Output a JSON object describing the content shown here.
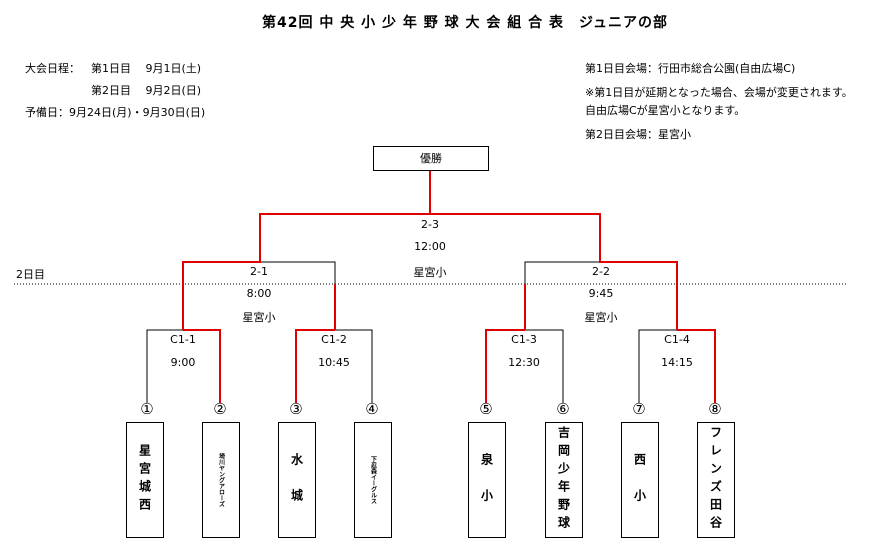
{
  "title": "第42回 中 央 小 少 年 野 球 大 会 組 合 表　ジュニアの部",
  "schedule": {
    "label": "大会日程：",
    "day1": "第1日目　 9月1日(土)",
    "day2": "第2日目　 9月2日(日)",
    "reserve": "予備日：9月24日(月)・9月30日(日)"
  },
  "venue": {
    "day1": "第1日目会場：行田市総合公園(自由広場C)",
    "note1": "※第1日目が延期となった場合、会場が変更されます。",
    "note2": "自由広場Cが星宮小となります。",
    "day2": "第2日目会場：星宮小"
  },
  "day_marker": "2日目",
  "final": {
    "label": "優勝",
    "match": "2-3",
    "time": "12:00",
    "place": "星宮小"
  },
  "semis": [
    {
      "match": "2-1",
      "time": "8:00",
      "place": "星宮小"
    },
    {
      "match": "2-2",
      "time": "9:45",
      "place": "星宮小"
    }
  ],
  "round1": [
    {
      "match": "C1-1",
      "time": "9:00"
    },
    {
      "match": "C1-2",
      "time": "10:45"
    },
    {
      "match": "C1-3",
      "time": "12:30"
    },
    {
      "match": "C1-4",
      "time": "14:15"
    }
  ],
  "teams": [
    {
      "num": "①",
      "name": "星宮城西"
    },
    {
      "num": "②",
      "name": "埼川ヤングアローズ"
    },
    {
      "num": "③",
      "name": "水　城"
    },
    {
      "num": "④",
      "name": "下忍森イーグルス"
    },
    {
      "num": "⑤",
      "name": "泉　小"
    },
    {
      "num": "⑥",
      "name": "吉岡少年野球"
    },
    {
      "num": "⑦",
      "name": "西　小"
    },
    {
      "num": "⑧",
      "name": "フレンズ田谷"
    }
  ],
  "colors": {
    "winner_line": "#e00000",
    "line": "#000000"
  }
}
